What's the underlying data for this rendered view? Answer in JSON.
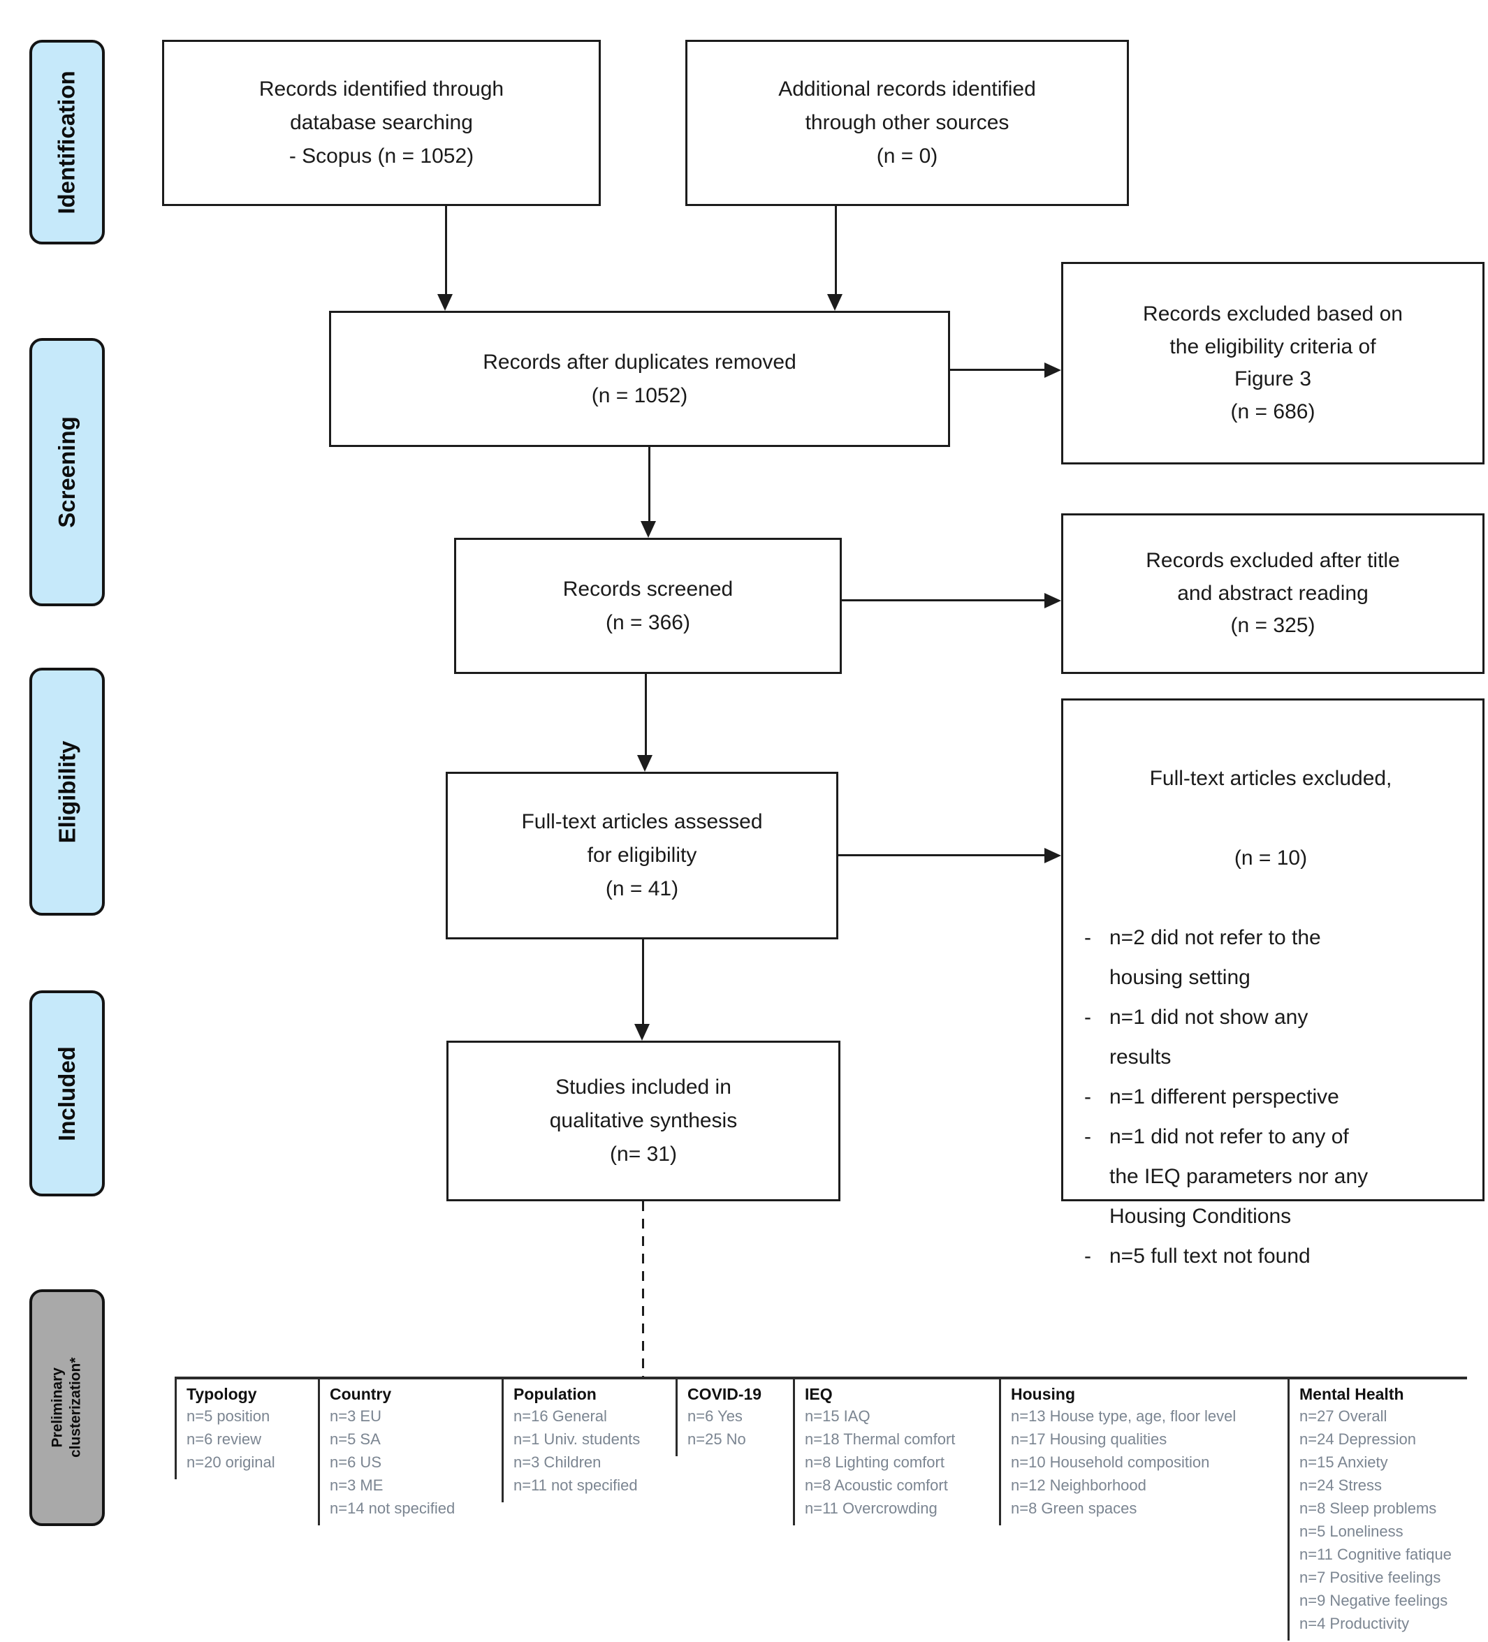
{
  "colors": {
    "stage_fill": "#c6e9fa",
    "stage_fill_gray": "#a9a9a9",
    "line": "#1c1c1c",
    "muted_text": "#7b8591"
  },
  "stages": [
    {
      "label": "Identification"
    },
    {
      "label": "Screening"
    },
    {
      "label": "Eligibility"
    },
    {
      "label": "Included"
    },
    {
      "label": "Preliminary\nclusterization*"
    }
  ],
  "flow": {
    "identified": "Records identified through\ndatabase searching\n- Scopus (n = 1052)",
    "additional": "Additional records identified\nthrough other sources\n(n = 0)",
    "duplicates": "Records after duplicates removed\n(n = 1052)",
    "screened": "Records screened\n(n = 366)",
    "fulltext": "Full-text articles assessed\nfor eligibility\n(n = 41)",
    "included": "Studies included in\nqualitative synthesis\n(n= 31)"
  },
  "excluded": {
    "figure3": "Records excluded based on\nthe eligibility criteria of\nFigure 3\n(n = 686)",
    "title_abstract": "Records excluded after title\nand abstract reading\n(n = 325)",
    "fulltext": {
      "title": "Full-text articles excluded,",
      "count": "(n = 10)",
      "reasons": [
        "n=2 did not refer to the\nhousing setting",
        "n=1 did not show any\nresults",
        "n=1 different perspective",
        "n=1 did not refer to any of\nthe IEQ parameters nor any\nHousing Conditions",
        "n=5 full text not found"
      ]
    }
  },
  "cluster_table": {
    "columns": [
      {
        "header": "Typology",
        "items": [
          "n=5 position",
          "n=6 review",
          "n=20 original"
        ]
      },
      {
        "header": "Country",
        "items": [
          "n=3 EU",
          "n=5 SA",
          "n=6 US",
          "n=3 ME",
          "n=14 not specified"
        ]
      },
      {
        "header": "Population",
        "items": [
          "n=16 General",
          "n=1 Univ. students",
          "n=3 Children",
          "n=11 not specified"
        ]
      },
      {
        "header": "COVID-19",
        "items": [
          "n=6 Yes",
          "n=25 No"
        ]
      },
      {
        "header": "IEQ",
        "items": [
          "n=15 IAQ",
          "n=18 Thermal comfort",
          "n=8 Lighting comfort",
          "n=8 Acoustic comfort",
          "n=11 Overcrowding"
        ]
      },
      {
        "header": "Housing",
        "items": [
          "n=13 House type, age, floor level",
          "n=17 Housing qualities",
          "n=10 Household composition",
          "n=12 Neighborhood",
          "n=8 Green spaces"
        ]
      },
      {
        "header": "Mental Health",
        "items": [
          "n=27 Overall",
          "n=24 Depression",
          "n=15 Anxiety",
          "n=24 Stress",
          "n=8 Sleep problems",
          "n=5 Loneliness",
          "n=11 Cognitive fatique",
          "n=7 Positive feelings",
          "n=9 Negative feelings",
          "n=4 Productivity"
        ]
      }
    ]
  }
}
